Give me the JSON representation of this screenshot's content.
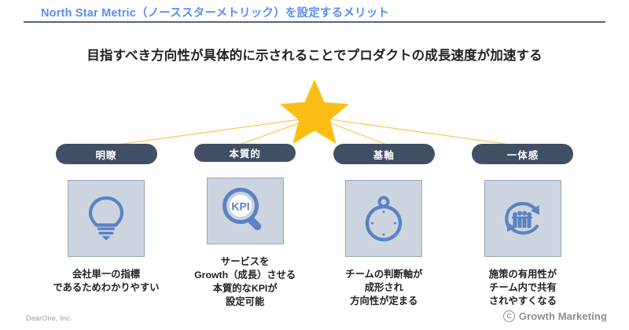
{
  "header": {
    "title": "North Star Metric（ノーススターメトリック）を設定するメリット",
    "title_color": "#5b8def",
    "rule_color": "#5b6274"
  },
  "headline": {
    "text": "目指すべき方向性が具体的に示されることでプロダクトの成長速度が加速する"
  },
  "star": {
    "name": "north-star",
    "color": "#fbbe14"
  },
  "connectors": {
    "color": "#f5c242"
  },
  "theme": {
    "pill_bg": "#414f65",
    "pill_text": "#ffffff",
    "icon_box_bg": "#ccd4e0",
    "icon_box_border": "#9aa6bb",
    "icon_color": "#5b82c4"
  },
  "columns": [
    {
      "pill_label": "明瞭",
      "icon": "lightbulb-icon",
      "caption": "会社単一の指標\nであるためわかりやすい"
    },
    {
      "pill_label": "本質的",
      "icon": "kpi-magnifier-icon",
      "icon_text": "KPI",
      "caption": "サービスを\nGrowth（成長）させる\n本質的なKPIが\n設定可能"
    },
    {
      "pill_label": "基軸",
      "icon": "compass-icon",
      "caption": "チームの判断軸が\n成形され\n方向性が定まる"
    },
    {
      "pill_label": "一体感",
      "icon": "team-cycle-icon",
      "caption": "施策の有用性が\nチーム内で共有\nされやすくなる"
    }
  ],
  "footer": {
    "left": "DearOne, Inc.",
    "copyright_mark": "C",
    "brand": "Growth Marketing"
  }
}
